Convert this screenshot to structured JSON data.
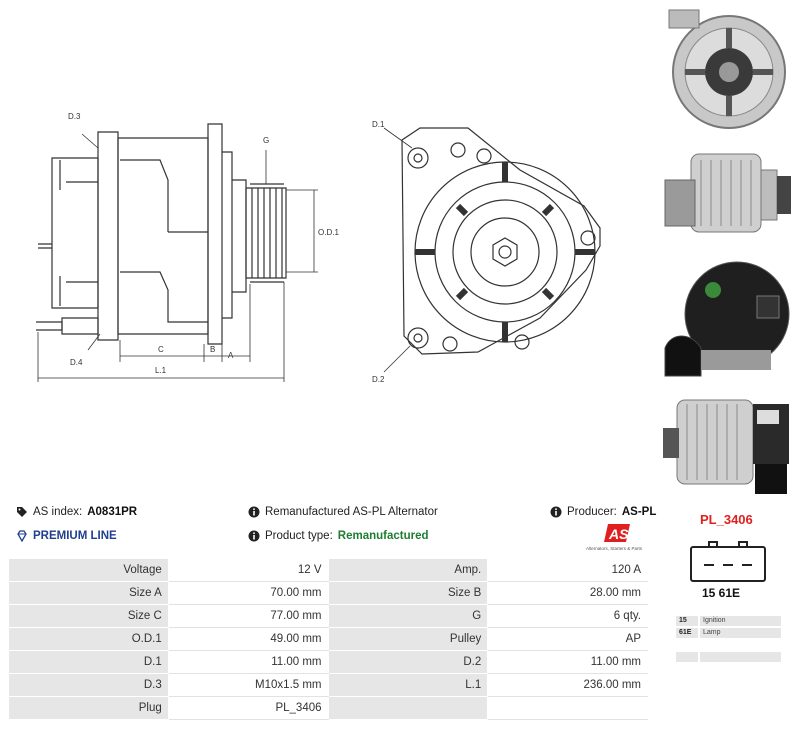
{
  "drawing": {
    "labels": {
      "d3": "D.3",
      "d4": "D.4",
      "g": "G",
      "od1": "O.D.1",
      "c": "C",
      "b": "B",
      "a": "A",
      "l1": "L.1",
      "d1": "D.1",
      "d2": "D.2"
    }
  },
  "photos": [
    {
      "name": "alternator-front-view"
    },
    {
      "name": "alternator-side-view"
    },
    {
      "name": "alternator-rear-view"
    },
    {
      "name": "alternator-rear-side-view"
    }
  ],
  "info": {
    "as_index_label": "AS index:",
    "as_index_value": "A0831PR",
    "description": "Remanufactured AS-PL Alternator",
    "producer_label": "Producer:",
    "producer_value": "AS-PL",
    "premium_line": "PREMIUM LINE",
    "product_type_label": "Product type:",
    "product_type_value": "Remanufactured"
  },
  "logo": {
    "mark": "AS",
    "tagline": "Alternators, Starters & Parts"
  },
  "params": [
    {
      "k1": "Voltage",
      "v1": "12 V",
      "k2": "Amp.",
      "v2": "120 A"
    },
    {
      "k1": "Size A",
      "v1": "70.00 mm",
      "k2": "Size B",
      "v2": "28.00 mm"
    },
    {
      "k1": "Size C",
      "v1": "77.00 mm",
      "k2": "G",
      "v2": "6 qty."
    },
    {
      "k1": "O.D.1",
      "v1": "49.00 mm",
      "k2": "Pulley",
      "v2": "AP"
    },
    {
      "k1": "D.1",
      "v1": "11.00 mm",
      "k2": "D.2",
      "v2": "11.00 mm"
    },
    {
      "k1": "D.3",
      "v1": "M10x1.5 mm",
      "k2": "L.1",
      "v2": "236.00 mm"
    },
    {
      "k1": "Plug",
      "v1": "PL_3406",
      "k2": "",
      "v2": ""
    }
  ],
  "plug": {
    "title": "PL_3406",
    "pin_label": "15 61E",
    "legend": [
      {
        "code": "15",
        "desc": "Ignition"
      },
      {
        "code": "61E",
        "desc": "Lamp"
      },
      {
        "code": "",
        "desc": ""
      },
      {
        "code": "",
        "desc": ""
      }
    ]
  },
  "colors": {
    "accent_red": "#e02020",
    "premium_blue": "#1f3f8f",
    "product_green": "#1e7d32",
    "table_key_bg": "#e6e6e6"
  }
}
